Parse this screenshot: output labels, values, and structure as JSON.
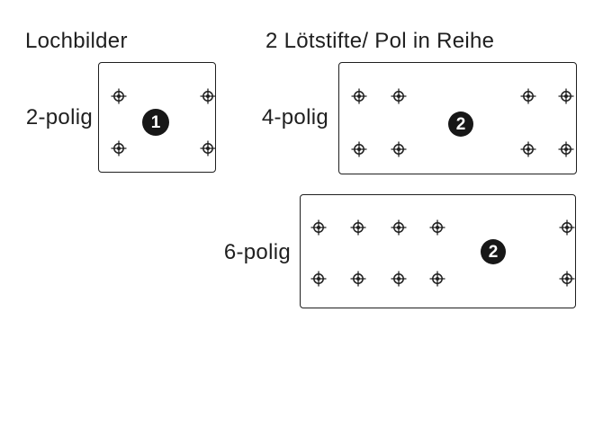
{
  "colors": {
    "background": "#ffffff",
    "ink": "#1f1f1f",
    "badge_fill": "#171717",
    "badge_text": "#ffffff"
  },
  "titles": {
    "left": "Lochbilder",
    "right": "2 Lötstifte/ Pol in Reihe"
  },
  "icons": {
    "hole_marker": "crosshair-target"
  },
  "panels": [
    {
      "key": "2polig",
      "label": "2-polig",
      "badge": "1",
      "holes": [
        [
          131.5,
          107
        ],
        [
          231,
          107
        ],
        [
          131.5,
          164.5
        ],
        [
          231,
          164.5
        ]
      ]
    },
    {
      "key": "4polig",
      "label": "4-polig",
      "badge": "2",
      "holes": [
        [
          399,
          107
        ],
        [
          443,
          107
        ],
        [
          587,
          107
        ],
        [
          629,
          107
        ],
        [
          399,
          165.5
        ],
        [
          443,
          165.5
        ],
        [
          587,
          165.5
        ],
        [
          629,
          165.5
        ]
      ]
    },
    {
      "key": "6polig",
      "label": "6-polig",
      "badge": "2",
      "holes": [
        [
          354,
          253
        ],
        [
          398,
          253
        ],
        [
          443,
          253
        ],
        [
          486,
          253
        ],
        [
          630,
          253
        ],
        [
          354,
          310
        ],
        [
          398,
          310
        ],
        [
          443,
          310
        ],
        [
          486,
          310
        ],
        [
          630,
          310
        ]
      ]
    }
  ]
}
